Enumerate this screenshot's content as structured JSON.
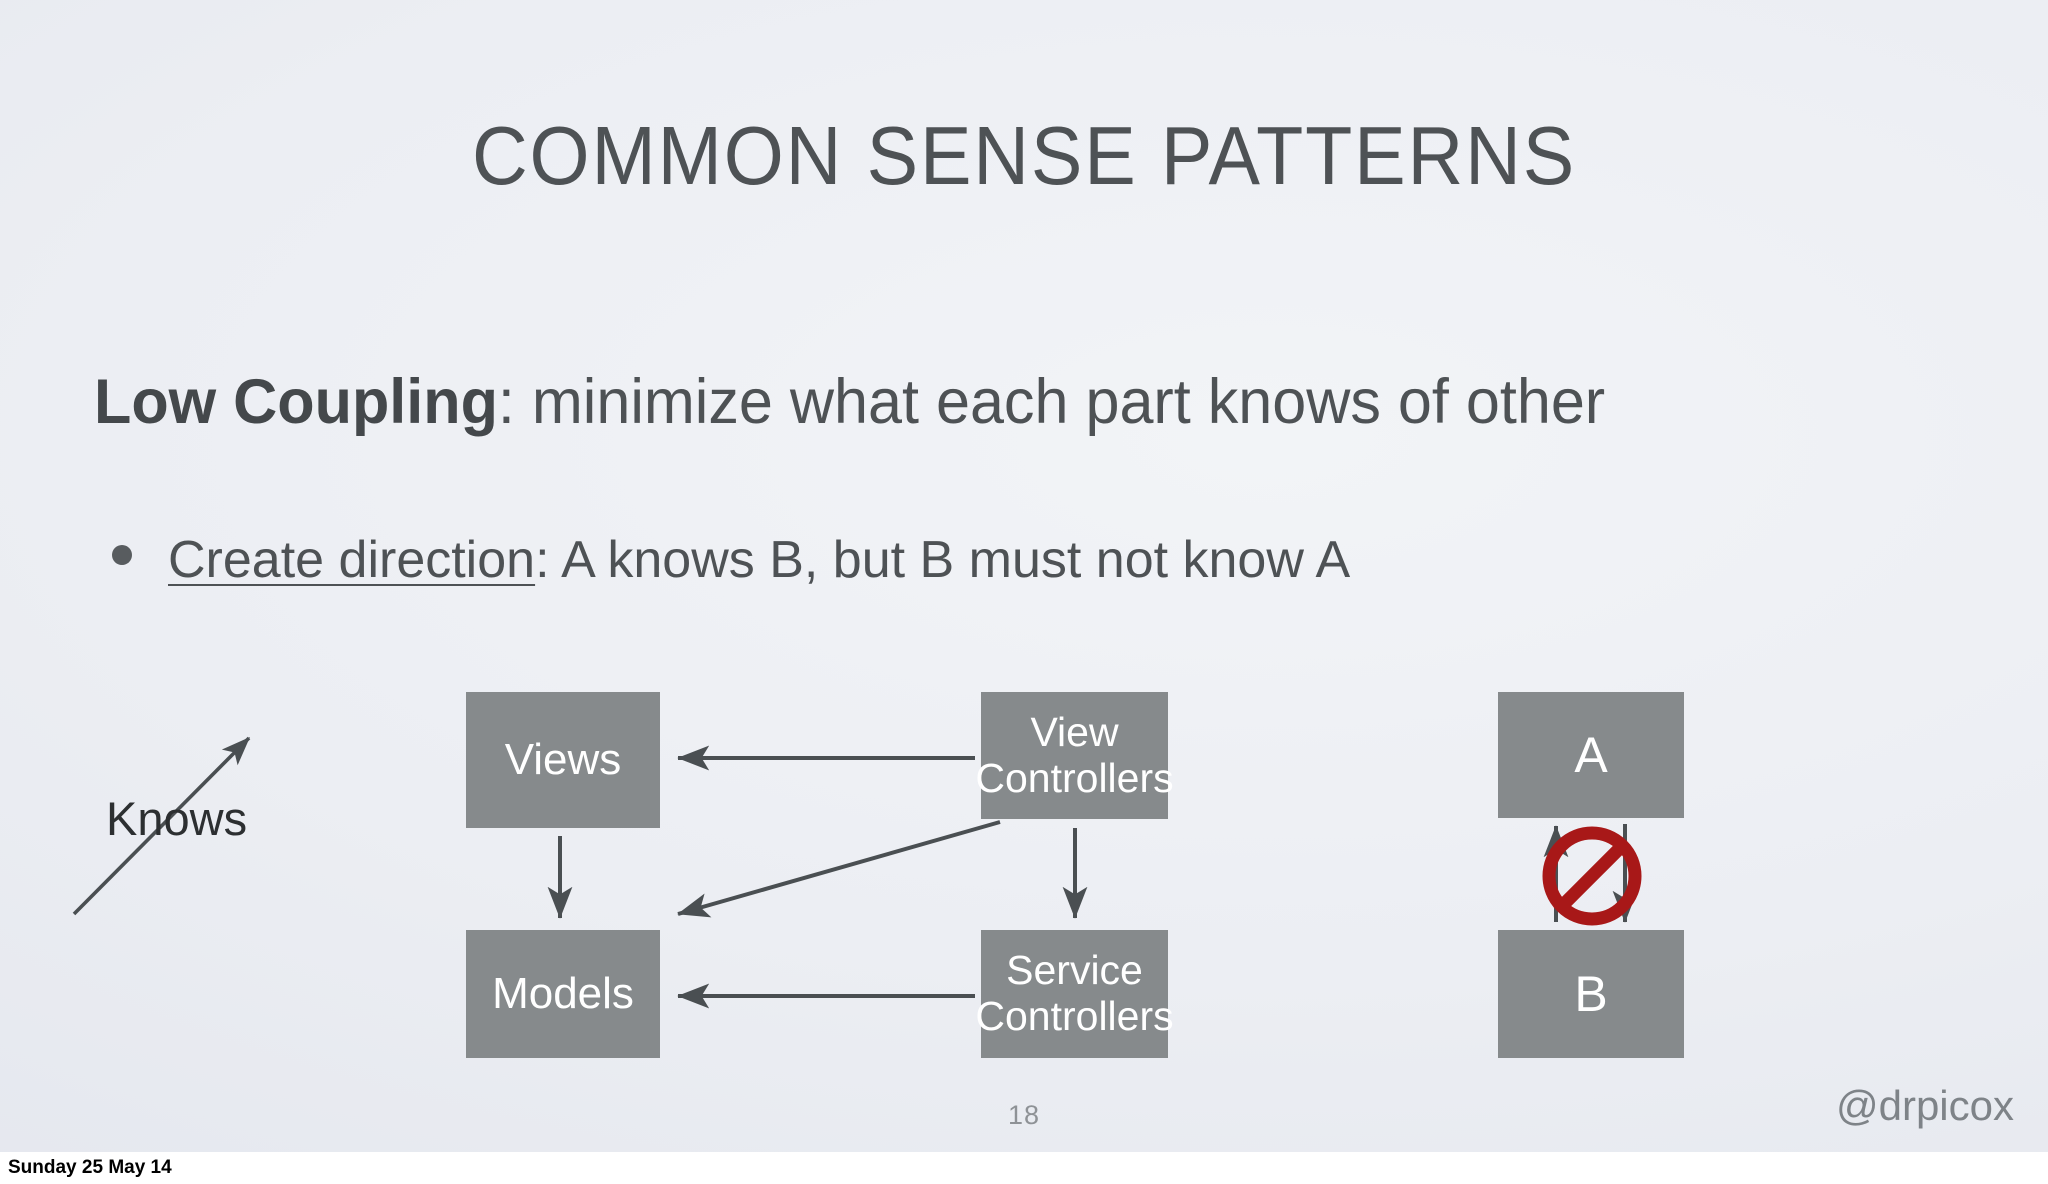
{
  "slide": {
    "title": "COMMON SENSE PATTERNS",
    "headline": {
      "strong": "Low Coupling",
      "rest": ": minimize what each part knows of other"
    },
    "bullet": {
      "underlined": "Create direction",
      "rest": ": A knows B, but B must not know A"
    },
    "knows_label": "Knows",
    "page_number": "18",
    "watermark": "@drpicox"
  },
  "diagram": {
    "nodes": [
      {
        "id": "views",
        "label": "Views"
      },
      {
        "id": "view-controllers",
        "line1": "View",
        "line2": "Controllers"
      },
      {
        "id": "a",
        "label": "A"
      },
      {
        "id": "models",
        "label": "Models"
      },
      {
        "id": "service-controllers",
        "line1": "Service",
        "line2": "Controllers"
      },
      {
        "id": "b",
        "label": "B"
      }
    ],
    "edges": [
      {
        "from": "view-controllers",
        "to": "views",
        "kind": "horizontal-left"
      },
      {
        "from": "views",
        "to": "models",
        "kind": "vertical-down"
      },
      {
        "from": "view-controllers",
        "to": "models",
        "kind": "diagonal-down-left"
      },
      {
        "from": "view-controllers",
        "to": "service-controllers",
        "kind": "vertical-down"
      },
      {
        "from": "service-controllers",
        "to": "models",
        "kind": "horizontal-left"
      },
      {
        "from": "b",
        "to": "a",
        "kind": "vertical-up-forbidden"
      },
      {
        "from": "a",
        "to": "b",
        "kind": "vertical-down-forbidden"
      }
    ],
    "forbidden_marker": "no-entry-icon"
  },
  "footer": {
    "date": "Sunday 25 May 14"
  },
  "colors": {
    "node_fill": "#868a8c",
    "node_text": "#ffffff",
    "body_text": "#4e5255",
    "arrow": "#4a4f52",
    "forbidden_red": "#a81818",
    "background_light": "#f2f4f7",
    "background_dark": "#dfe3eb"
  }
}
